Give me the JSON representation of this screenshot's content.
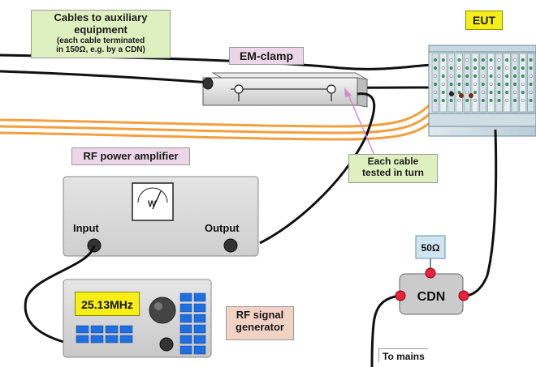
{
  "labels": {
    "cables": {
      "line1": "Cables to auxiliary",
      "line2": "equipment",
      "line3": "(each cable terminated",
      "line4": "in 150Ω, e.g. by a CDN)"
    },
    "em_clamp": "EM-clamp",
    "eut": "EUT",
    "rf_power_amplifier": "RF power amplifier",
    "input": "Input",
    "output": "Output",
    "each_cable": {
      "line1": "Each cable",
      "line2": "tested in turn"
    },
    "fifty_ohm": "50Ω",
    "cdn": "CDN",
    "frequency": "25.13MHz",
    "rf_signal_generator": {
      "line1": "RF signal",
      "line2": "generator"
    },
    "to_mains": "To mains",
    "meter_symbol": "W"
  },
  "colors": {
    "cables_label_bg": "#dff0c0",
    "clamp_label_bg": "#ecd6e8",
    "eut_label_bg": "#f6ee16",
    "amp_label_bg": "#ecd6e8",
    "each_cable_bg": "#dff0c0",
    "siggen_label_bg": "#f3d2c6",
    "fifty_ohm_bg": "#cfe6f2",
    "cable_orange": "#f0a040",
    "cable_black": "#111111",
    "pointer_pink": "#d48ad0"
  }
}
